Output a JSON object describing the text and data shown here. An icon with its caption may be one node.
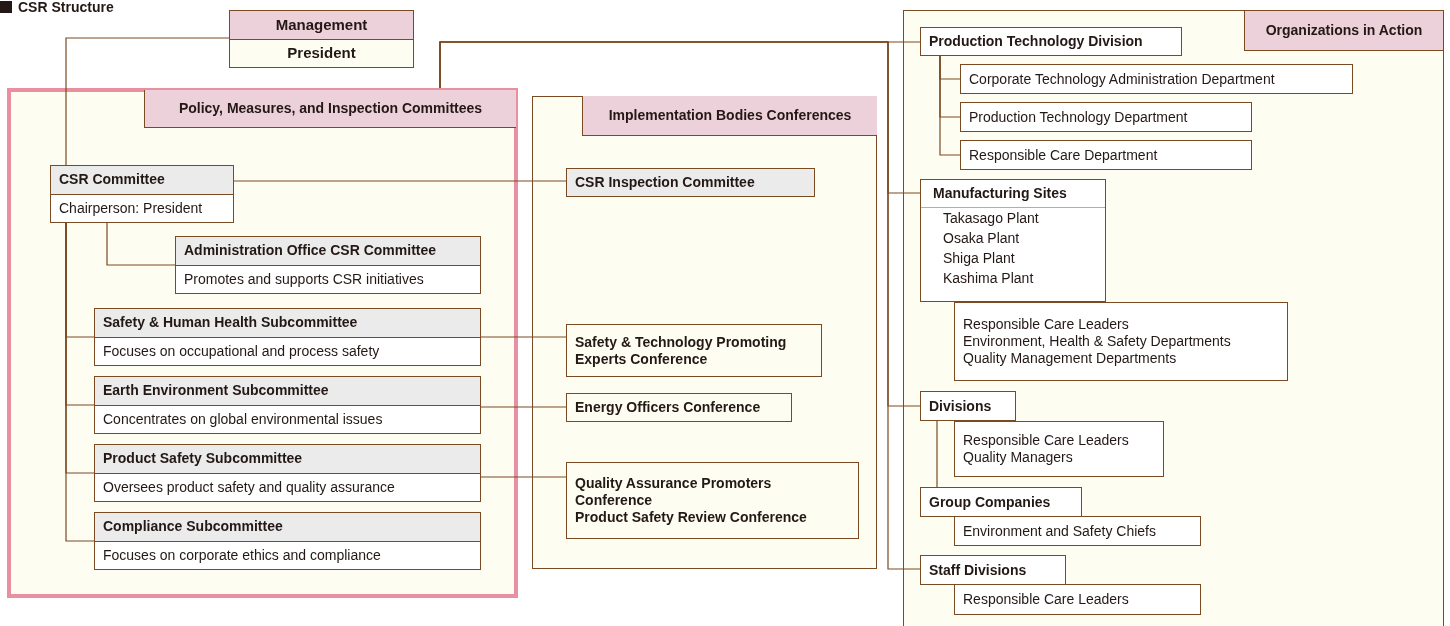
{
  "diagram": {
    "title": "CSR Structure",
    "nodes": [
      {
        "text": [
          "Management",
          "President"
        ]
      },
      {
        "text": [
          "Policy, Measures, and Inspection Committees"
        ]
      },
      {
        "text": [
          "CSR Committee",
          "Chairperson: President"
        ],
        "in": 1
      },
      {
        "text": [
          "Administration Office CSR Committee",
          "Promotes and supports CSR initiatives"
        ],
        "in": 1
      },
      {
        "text": [
          "Safety & Human Health Subcommittee",
          "Focuses on occupational and process safety"
        ],
        "in": 1
      },
      {
        "text": [
          "Earth Environment Subcommittee",
          "Concentrates on global environmental issues"
        ],
        "in": 1
      },
      {
        "text": [
          "Product Safety Subcommittee",
          "Oversees product safety and quality assurance"
        ],
        "in": 1
      },
      {
        "text": [
          "Compliance Subcommittee",
          "Focuses on corporate ethics and compliance"
        ],
        "in": 1
      },
      {
        "text": [
          "Implementation Bodies Conferences"
        ]
      },
      {
        "text": [
          "CSR Inspection Committee"
        ],
        "in": 8
      },
      {
        "text": [
          "Safety & Technology Promoting Experts Conference"
        ],
        "in": 8
      },
      {
        "text": [
          "Energy Officers Conference"
        ],
        "in": 8
      },
      {
        "text": [
          "Quality Assurance Promoters Conference",
          "Product Safety Review Conference"
        ],
        "in": 8
      },
      {
        "text": [
          "Organizations in Action"
        ]
      },
      {
        "text": [
          "Production Technology Division"
        ],
        "in": 13
      },
      {
        "text": [
          "Corporate Technology Administration Department"
        ],
        "in": 13
      },
      {
        "text": [
          "Production Technology Department"
        ],
        "in": 13
      },
      {
        "text": [
          "Responsible Care Department"
        ],
        "in": 13
      },
      {
        "text": [
          "Manufacturing Sites",
          "Takasago Plant",
          "Osaka Plant",
          "Shiga Plant",
          "Kashima Plant"
        ],
        "in": 13
      },
      {
        "text": [
          "Responsible Care Leaders",
          "Environment, Health & Safety Departments",
          "Quality Management Departments"
        ],
        "in": 13
      },
      {
        "text": [
          "Divisions"
        ],
        "in": 13
      },
      {
        "text": [
          "Responsible Care Leaders",
          "Quality Managers"
        ],
        "in": 13
      },
      {
        "text": [
          "Group Companies"
        ],
        "in": 13
      },
      {
        "text": [
          "Environment and Safety Chiefs"
        ],
        "in": 13
      },
      {
        "text": [
          "Staff Divisions"
        ],
        "in": 13
      },
      {
        "text": [
          "Responsible Care Leaders"
        ],
        "in": 13
      }
    ],
    "edges": [
      {
        "from": 0,
        "to": 2,
        "arrow": "none"
      },
      {
        "from": 1,
        "to": 14,
        "arrow": "none"
      },
      {
        "from": 1,
        "to": 18,
        "arrow": "none"
      },
      {
        "from": 1,
        "to": 20,
        "arrow": "none"
      },
      {
        "from": 1,
        "to": 24,
        "arrow": "none"
      },
      {
        "from": 2,
        "to": 9,
        "arrow": "none"
      },
      {
        "from": 2,
        "to": 3,
        "arrow": "none"
      },
      {
        "from": 2,
        "to": 4,
        "arrow": "none"
      },
      {
        "from": 2,
        "to": 5,
        "arrow": "none"
      },
      {
        "from": 2,
        "to": 6,
        "arrow": "none"
      },
      {
        "from": 2,
        "to": 7,
        "arrow": "none"
      },
      {
        "from": 4,
        "to": 10,
        "arrow": "none"
      },
      {
        "from": 5,
        "to": 11,
        "arrow": "none"
      },
      {
        "from": 6,
        "to": 12,
        "arrow": "none"
      },
      {
        "from": 14,
        "to": 15,
        "arrow": "none"
      },
      {
        "from": 14,
        "to": 16,
        "arrow": "none"
      },
      {
        "from": 14,
        "to": 17,
        "arrow": "none"
      },
      {
        "from": 20,
        "to": 22,
        "arrow": "none"
      }
    ]
  }
}
